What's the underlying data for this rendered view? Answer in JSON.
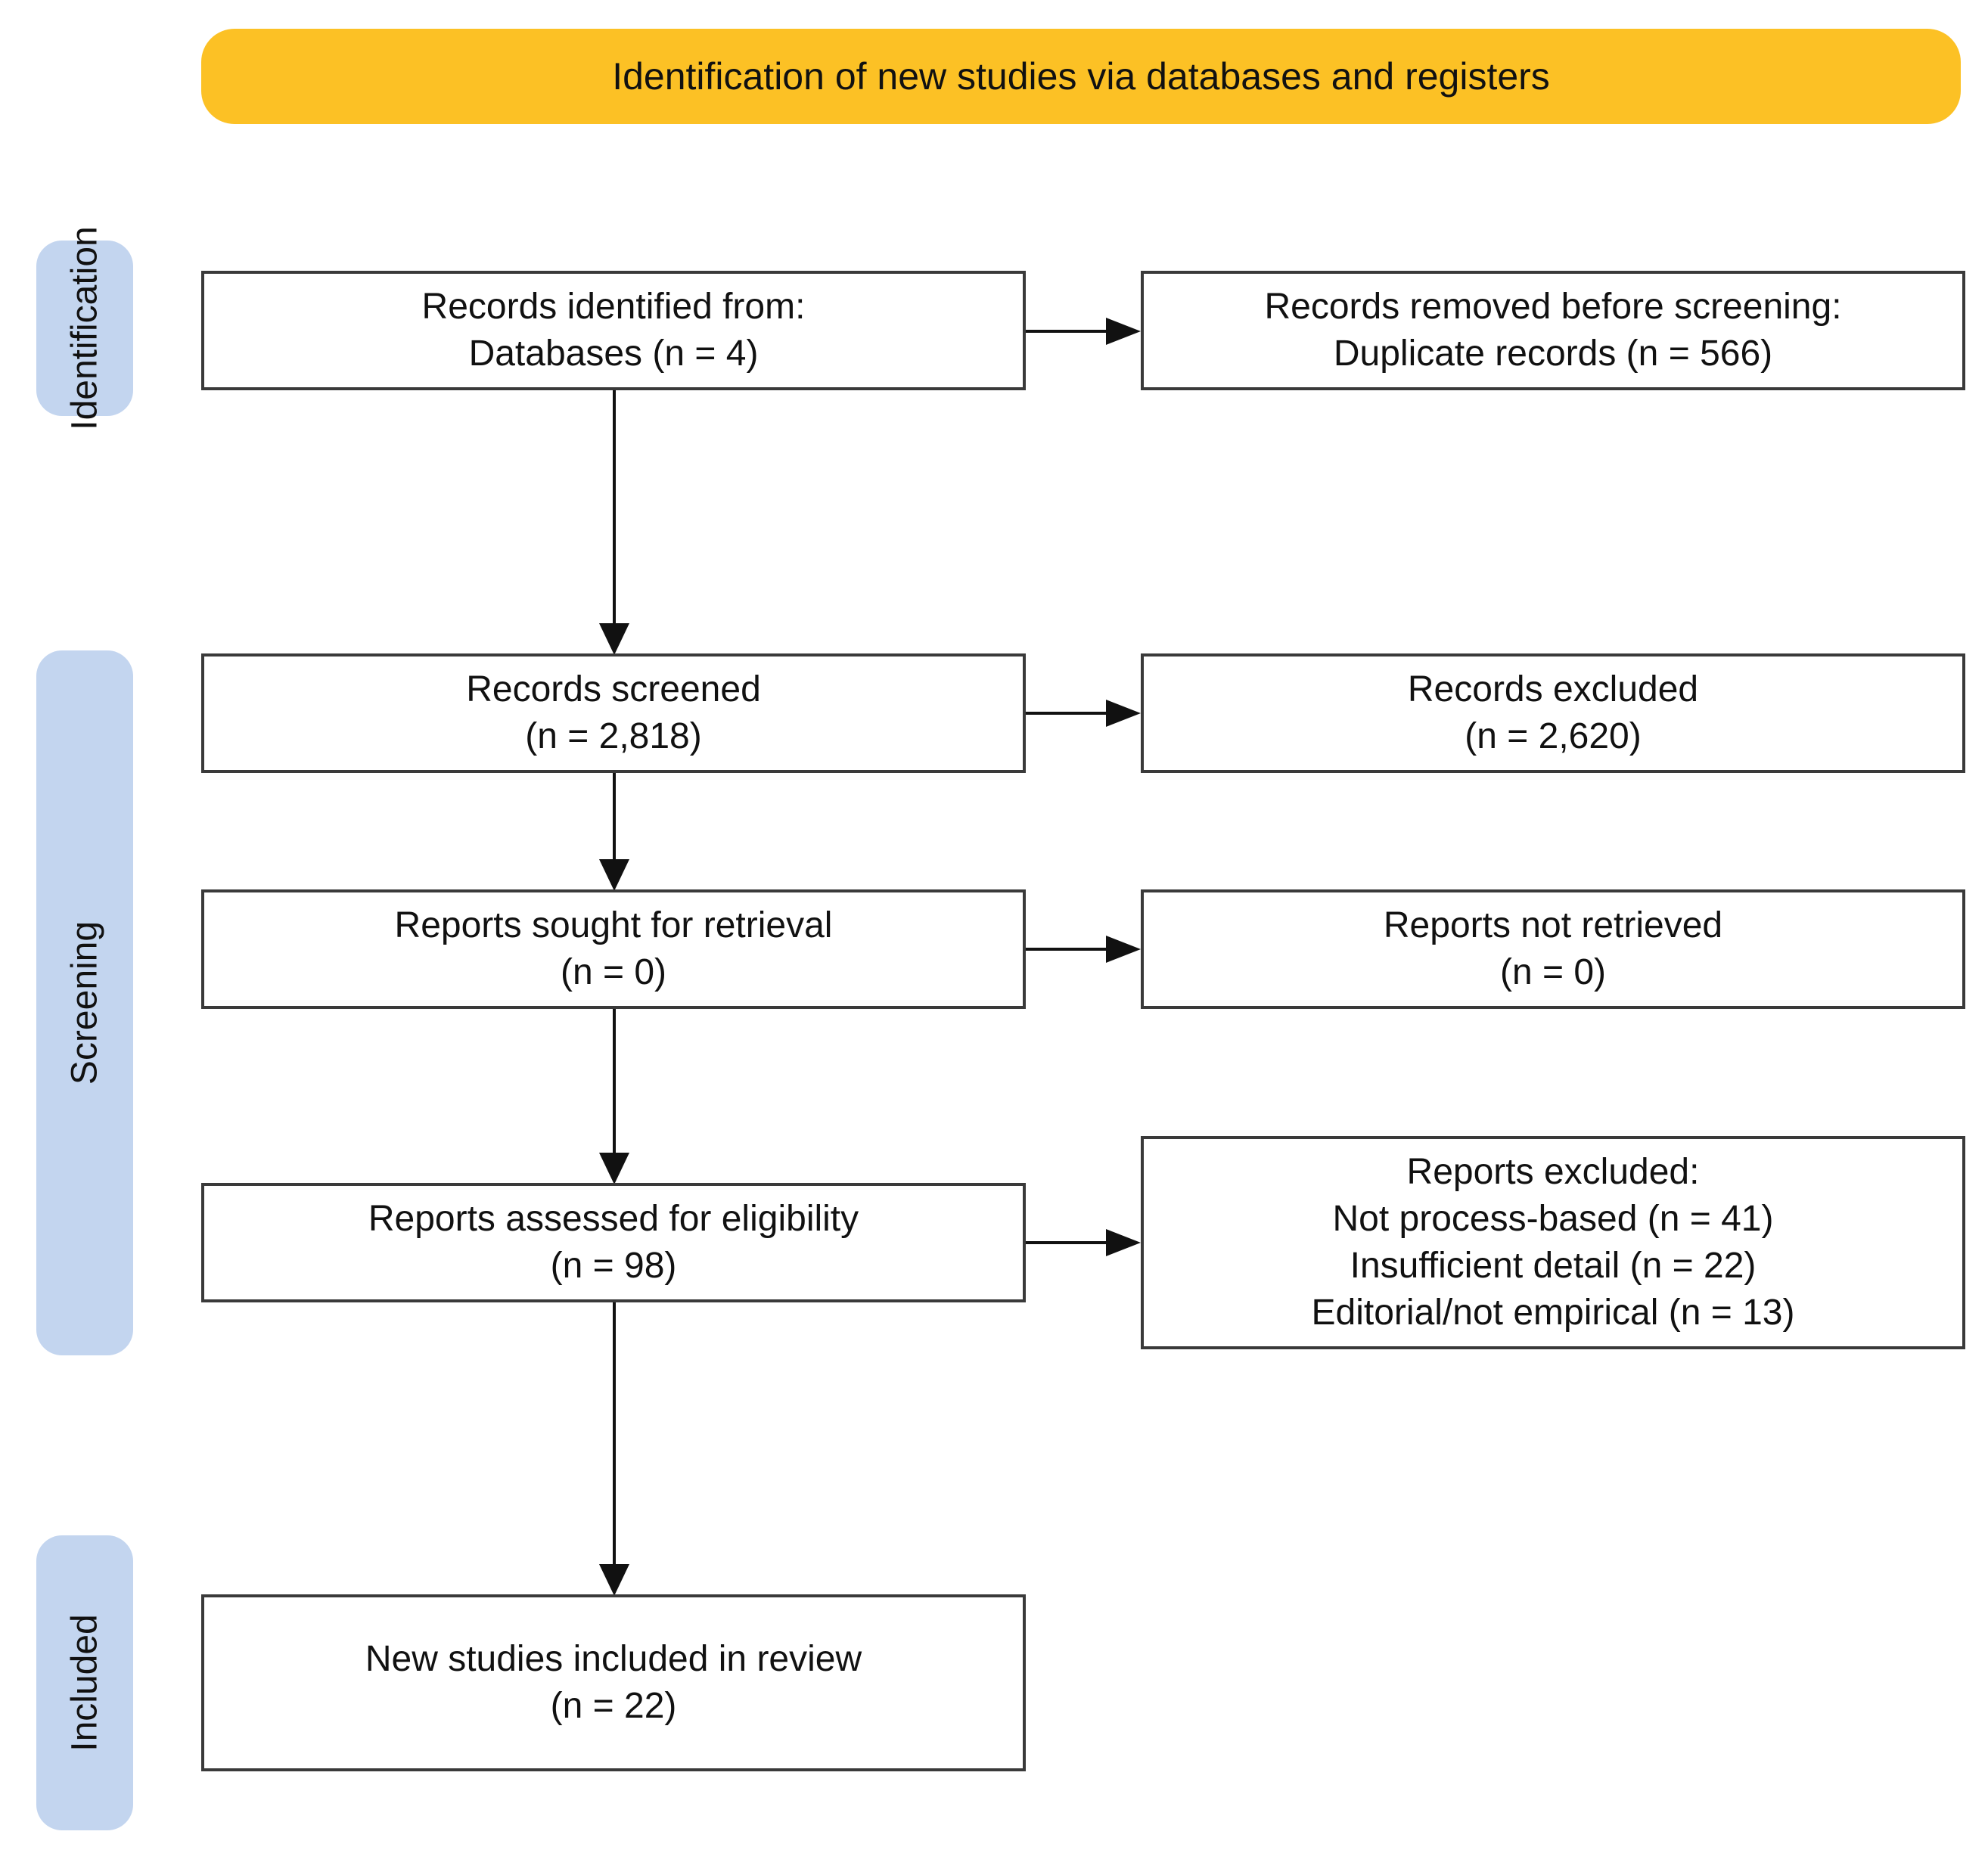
{
  "header": {
    "title": "Identification of new studies via databases and registers"
  },
  "phases": {
    "identification": "Identification",
    "screening": "Screening",
    "included": "Included"
  },
  "boxes": {
    "records_identified": {
      "line1": "Records identified from:",
      "line2": "Databases (n = 4)"
    },
    "records_removed": {
      "line1": "Records removed before screening:",
      "line2": "Duplicate records (n = 566)"
    },
    "records_screened": {
      "line1": "Records screened",
      "line2": "(n = 2,818)"
    },
    "records_excluded": {
      "line1": "Records excluded",
      "line2": "(n = 2,620)"
    },
    "reports_sought": {
      "line1": "Reports sought for retrieval",
      "line2": "(n = 0)"
    },
    "reports_not_retrieved": {
      "line1": "Reports not retrieved",
      "line2": "(n = 0)"
    },
    "reports_assessed": {
      "line1": "Reports assessed for eligibility",
      "line2": "(n = 98)"
    },
    "reports_excluded": {
      "line1": "Reports excluded:",
      "line2": "Not process-based (n = 41)",
      "line3": "Insufficient detail (n = 22)",
      "line4": "Editorial/not empirical (n = 13)"
    },
    "studies_included": {
      "line1": "New studies included in review",
      "line2": "(n = 22)"
    }
  },
  "colors": {
    "header": "#fcc125",
    "phase": "#c3d5ef",
    "border": "#3a3a3a"
  }
}
